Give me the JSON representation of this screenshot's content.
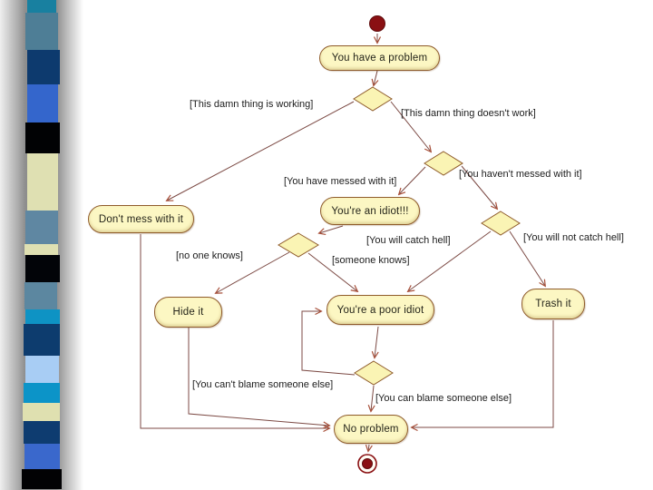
{
  "slide": {
    "background": "#ffffff",
    "sidebar": {
      "description-icon": "ribbon-strip",
      "blocks": [
        {
          "color": "#1880a0",
          "h": 14,
          "l": 30,
          "w": 32
        },
        {
          "color": "#4e7e96",
          "h": 41,
          "l": 28,
          "w": 36
        },
        {
          "color": "#0d3a6e",
          "h": 38,
          "l": 30,
          "w": 36
        },
        {
          "color": "#3466cc",
          "h": 42,
          "l": 30,
          "w": 34
        },
        {
          "color": "#010204",
          "h": 34,
          "l": 28,
          "w": 38
        },
        {
          "color": "#dfe0b2",
          "h": 63,
          "l": 30,
          "w": 34
        },
        {
          "color": "#5f87a2",
          "h": 37,
          "l": 28,
          "w": 36
        },
        {
          "color": "#dfe0b2",
          "h": 12,
          "l": 27,
          "w": 37
        },
        {
          "color": "#020408",
          "h": 30,
          "l": 28,
          "w": 38
        },
        {
          "color": "#5c87a0",
          "h": 30,
          "l": 27,
          "w": 36
        },
        {
          "color": "#0e93c4",
          "h": 16,
          "l": 28,
          "w": 38
        },
        {
          "color": "#0d3c6e",
          "h": 35,
          "l": 26,
          "w": 40
        },
        {
          "color": "#a8cdf4",
          "h": 30,
          "l": 28,
          "w": 37
        },
        {
          "color": "#0c94c8",
          "h": 22,
          "l": 26,
          "w": 40
        },
        {
          "color": "#dfe0b0",
          "h": 20,
          "l": 25,
          "w": 41
        },
        {
          "color": "#0e3c70",
          "h": 25,
          "l": 26,
          "w": 40
        },
        {
          "color": "#3a68cc",
          "h": 28,
          "l": 27,
          "w": 39
        },
        {
          "color": "#020204",
          "h": 22,
          "l": 24,
          "w": 44
        }
      ]
    },
    "diagram": {
      "type": "uml-activity-diagram",
      "colors": {
        "node_fill": "#fcf7c3",
        "node_border": "#8f5c2c",
        "line": "#7c4a44",
        "arrowhead": "#a8503a",
        "start_end": "#8a1013",
        "label_text": "#1c1c1c"
      },
      "start_node": {
        "name": "initial-state"
      },
      "end_node": {
        "name": "final-state"
      },
      "actions": [
        {
          "label": "You have a problem"
        },
        {
          "label": "Don't mess with it"
        },
        {
          "label": "You're an idiot!!!"
        },
        {
          "label": "Hide it"
        },
        {
          "label": "You're a poor idiot"
        },
        {
          "label": "Trash it"
        },
        {
          "label": "No problem"
        }
      ],
      "decisions": [
        {
          "name": "decision-working-or-not"
        },
        {
          "name": "decision-messed-or-not"
        },
        {
          "name": "decision-who-knows"
        },
        {
          "name": "decision-catch-hell"
        },
        {
          "name": "decision-blame"
        }
      ],
      "guards": [
        {
          "label": "[This damn thing is working]"
        },
        {
          "label": "[This damn thing doesn't work]"
        },
        {
          "label": "[You have messed with it]"
        },
        {
          "label": "[You haven't messed with it]"
        },
        {
          "label": "[no one knows]"
        },
        {
          "label": "[someone knows]"
        },
        {
          "label": "[You will catch hell]"
        },
        {
          "label": "[You will not catch hell]"
        },
        {
          "label": "[You can't blame someone else]"
        },
        {
          "label": "[You can blame someone else]"
        }
      ]
    }
  }
}
